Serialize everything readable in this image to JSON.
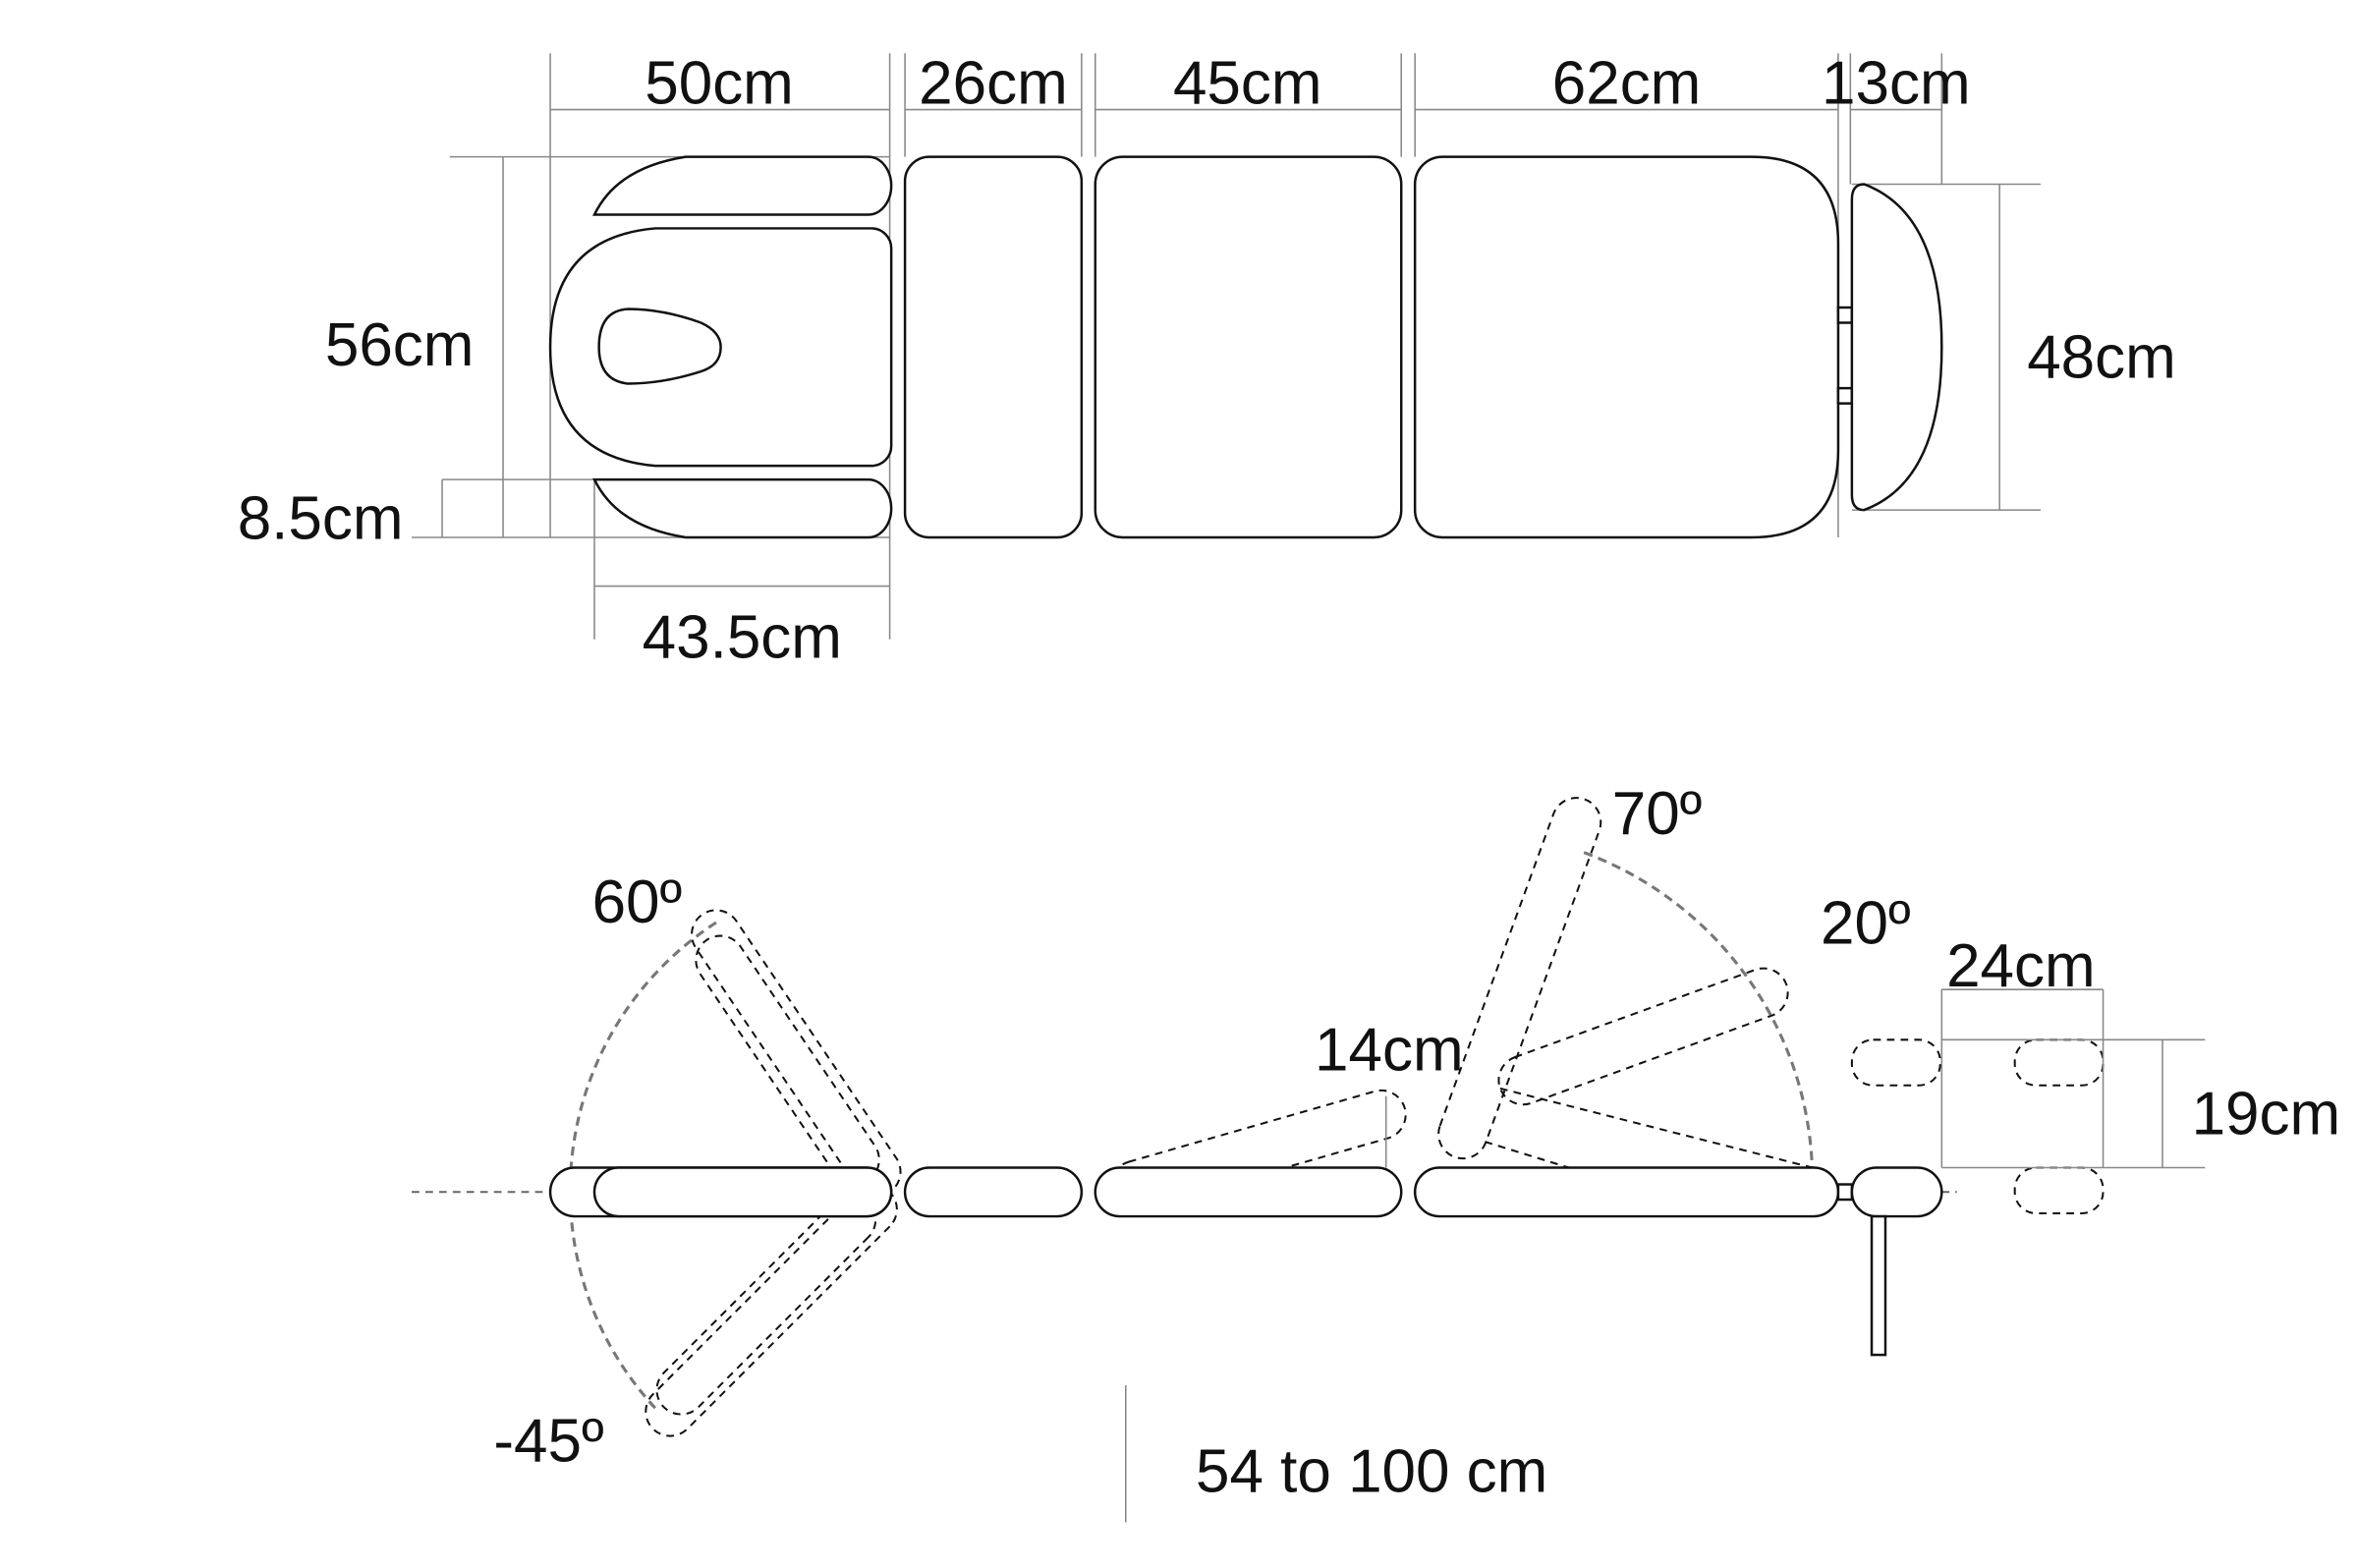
{
  "top_view": {
    "dimensions": {
      "head_length": "50cm",
      "section2_length": "26cm",
      "section3_length": "45cm",
      "section4_length": "62cm",
      "end_length": "13cm",
      "width": "56cm",
      "armrest_width": "8.5cm",
      "armrest_length": "43.5cm",
      "end_width": "48cm"
    }
  },
  "side_view": {
    "angles": {
      "head_up": "60º",
      "head_down": "-45º",
      "back_up": "70º",
      "leg_up": "20º"
    },
    "dimensions": {
      "lift": "14cm",
      "pad_offset": "24cm",
      "pad_height": "19cm",
      "height_range": "54 to 100 cm"
    }
  }
}
